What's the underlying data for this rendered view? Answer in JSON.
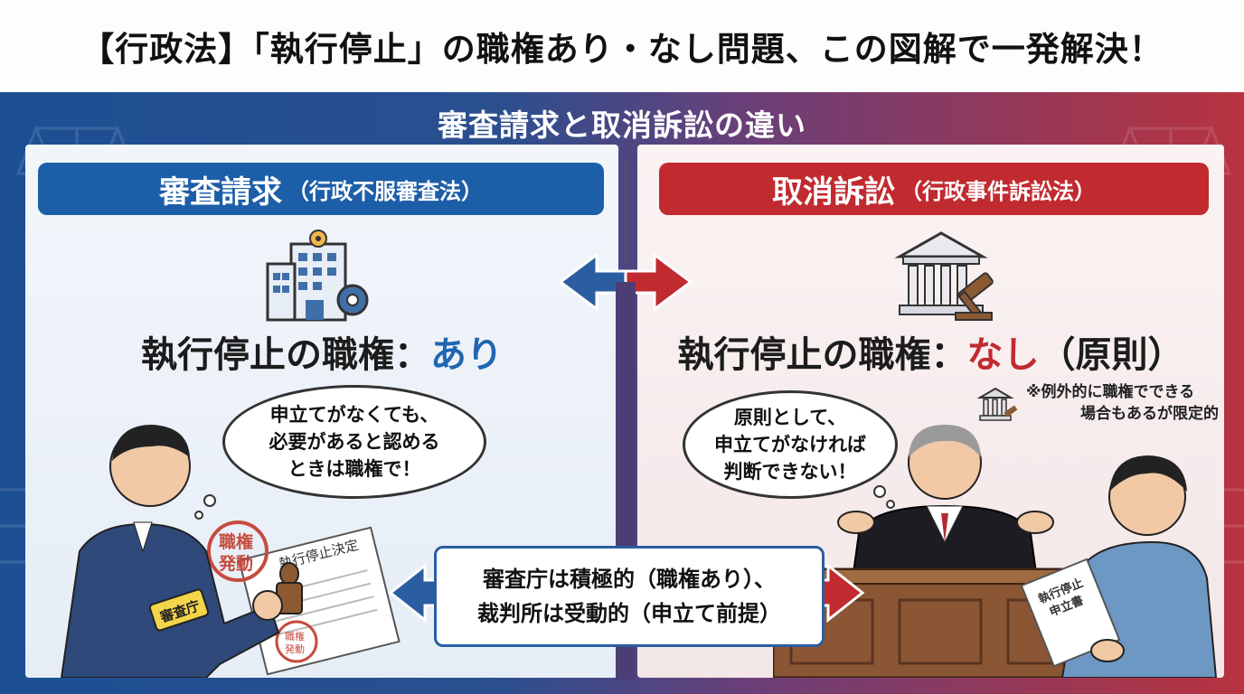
{
  "title": "【行政法】「執行停止」の職権あり・なし問題、この図解で一発解決！",
  "subtitle": "審査請求と取消訴訟の違い",
  "left": {
    "header_main": "審査請求",
    "header_paren": "（行政不服審査法）",
    "authority_prefix": "執行停止の職権：",
    "authority_value": "あり",
    "bubble_lines": [
      "申立てがなくても、",
      "必要があると認める",
      "ときは職権で！"
    ],
    "armband": "審査庁",
    "stamp_text": [
      "職権",
      "発動"
    ],
    "document_title": "執行停止決定",
    "document_stamp": [
      "職権",
      "発動"
    ],
    "colors": {
      "header": "#1d5ea8",
      "accent": "#2066b0"
    }
  },
  "right": {
    "header_main": "取消訴訟",
    "header_paren": "（行政事件訴訟法）",
    "authority_prefix": "執行停止の職権：",
    "authority_value": "なし",
    "authority_suffix": "（原則）",
    "note_lines": [
      "※例外的に職権でできる",
      "場合もあるが限定的"
    ],
    "bubble_lines": [
      "原則として、",
      "申立てがなければ",
      "判断できない！"
    ],
    "document_title": [
      "執行停止",
      "申立書"
    ],
    "colors": {
      "header": "#c12a2f",
      "accent": "#c12a2f"
    }
  },
  "summary_lines": [
    "審査庁は積極的（職権あり）、",
    "裁判所は受動的（申立て前提）"
  ]
}
